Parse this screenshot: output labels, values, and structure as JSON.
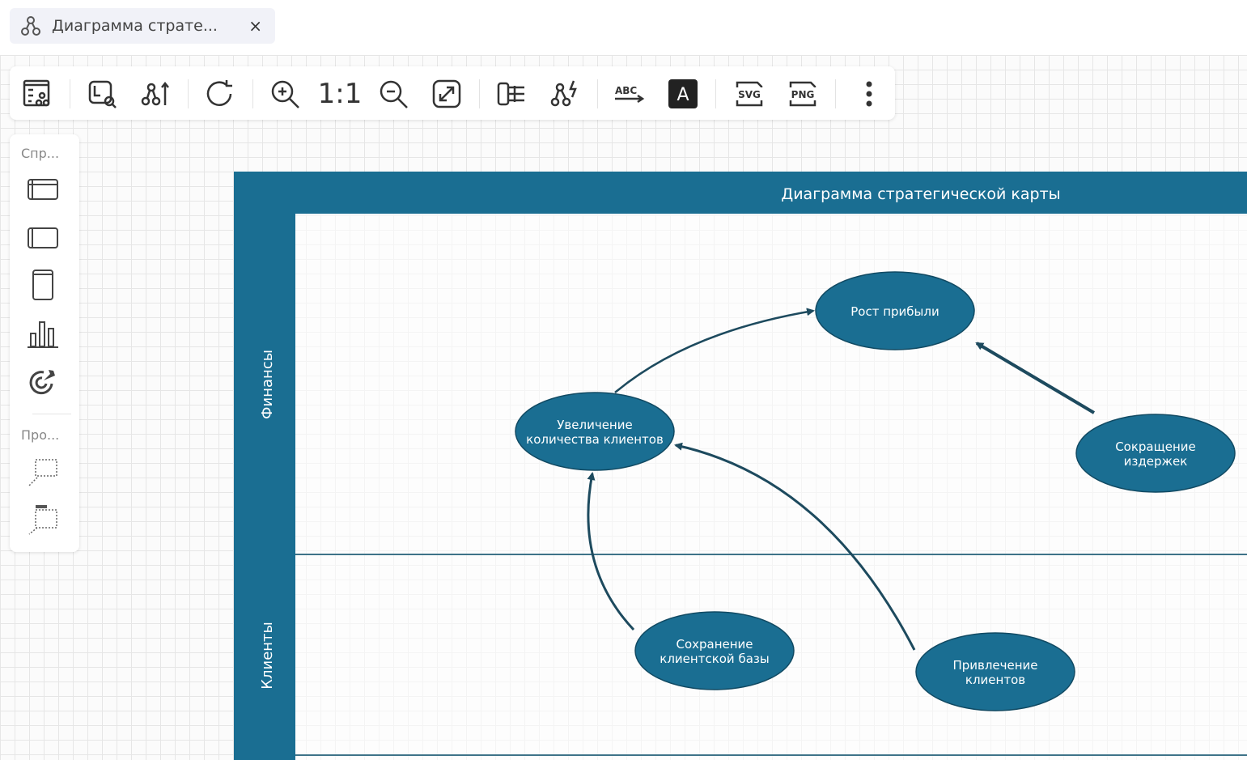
{
  "tab": {
    "title": "Диаграмма страте...",
    "close": "×"
  },
  "toolbar": {
    "one_to_one": "1:1"
  },
  "palette": {
    "section1": "Спр...",
    "section2": "Про..."
  },
  "diagram": {
    "title": "Диаграмма стратегической карты",
    "color": "#1a6e92",
    "lanes": [
      "Финансы",
      "Клиенты"
    ],
    "nodes": [
      {
        "id": "profit",
        "lines": [
          "Рост прибыли"
        ]
      },
      {
        "id": "increase",
        "lines": [
          "Увеличение",
          "количества клиентов"
        ]
      },
      {
        "id": "costs",
        "lines": [
          "Сокращение",
          "издержек"
        ]
      },
      {
        "id": "retain",
        "lines": [
          "Сохранение",
          "клиентской базы"
        ]
      },
      {
        "id": "attract",
        "lines": [
          "Привлечение",
          "клиентов"
        ]
      }
    ],
    "edges": [
      {
        "from": "increase",
        "to": "profit"
      },
      {
        "from": "costs",
        "to": "profit"
      },
      {
        "from": "retain",
        "to": "increase"
      },
      {
        "from": "attract",
        "to": "increase"
      }
    ]
  }
}
